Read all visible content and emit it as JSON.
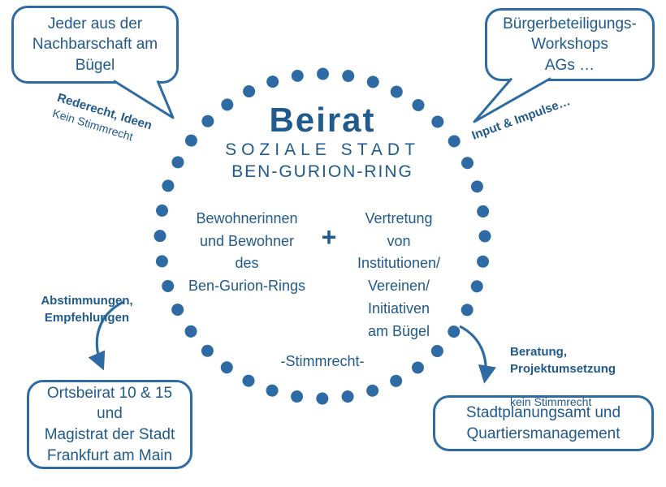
{
  "colors": {
    "primary": "#215a8c",
    "accent": "#2e6ba4"
  },
  "circle": {
    "title": "Beirat",
    "subtitle_line1": "SOZIALE STADT",
    "subtitle_line2": "BEN-GURION-RING",
    "member_group_left": "Bewohnerinnen\nund Bewohner\ndes\nBen-Gurion-Rings",
    "plus_sign": "+",
    "member_group_right": "Vertretung\nvon\nInstitutionen/\nVereinen/\nInitiativen\nam Bügel",
    "voting_note": "-Stimmrecht-"
  },
  "speech_bubbles": {
    "top_left": "Jeder aus der\nNachbarschaft am\nBügel",
    "top_right": "Bürgerbeteiligungs-\nWorkshops\nAGs …"
  },
  "boxes": {
    "bottom_left": "Ortsbeirat 10 & 15\nund\nMagistrat der Stadt\nFrankfurt am Main",
    "bottom_right": "Stadtplanungsamt und\nQuartiersmanagement"
  },
  "annotations": {
    "top_left_bold": "Rederecht, Ideen",
    "top_left_note": "Kein Stimmrecht",
    "top_right_bold": "Input & Impulse…",
    "left_bold": "Abstimmungen,\nEmpfehlungen",
    "right_bold": "Beratung,\nProjektumsetzung",
    "right_note": "kein Stimmrecht"
  }
}
